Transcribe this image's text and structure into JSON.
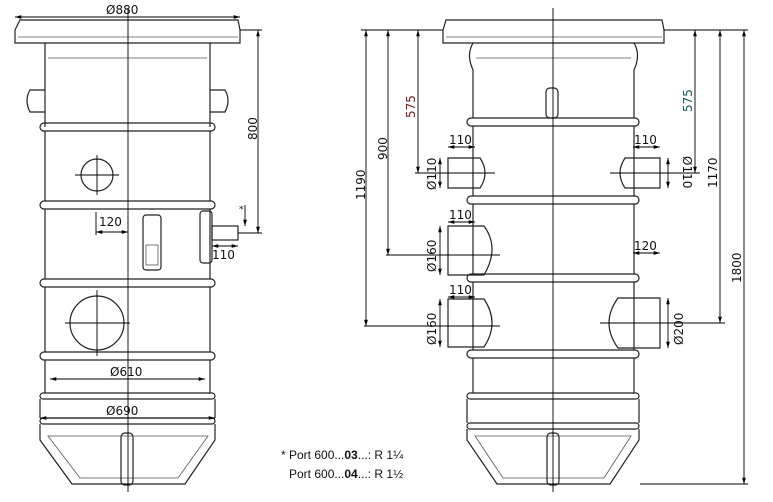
{
  "left_view": {
    "dia_top": "Ø880",
    "height_800": "800",
    "offset_120": "120",
    "port_110": "110",
    "asterisk": "*",
    "dia_610": "Ø610",
    "dia_690": "Ø690"
  },
  "right_view": {
    "h_1190": "1190",
    "h_900": "900",
    "h_575_left": "575",
    "h_575_right": "575",
    "h_1170": "1170",
    "h_1800": "1800",
    "port_len_110_a": "110",
    "port_len_110_b": "110",
    "port_len_110_c": "110",
    "port_len_110_right": "110",
    "port_len_120": "120",
    "dia_110_left": "Ø110",
    "dia_160_a": "Ø160",
    "dia_160_b": "Ø160",
    "dia_110_right": "Ø110",
    "dia_200": "Ø200"
  },
  "notes": {
    "line1": {
      "prefix": "* Port 600...",
      "bold": "03",
      "suffix": "...: R 1¼"
    },
    "line2": {
      "prefix": "Port 600...",
      "bold": "04",
      "suffix": "...: R 1½"
    }
  }
}
